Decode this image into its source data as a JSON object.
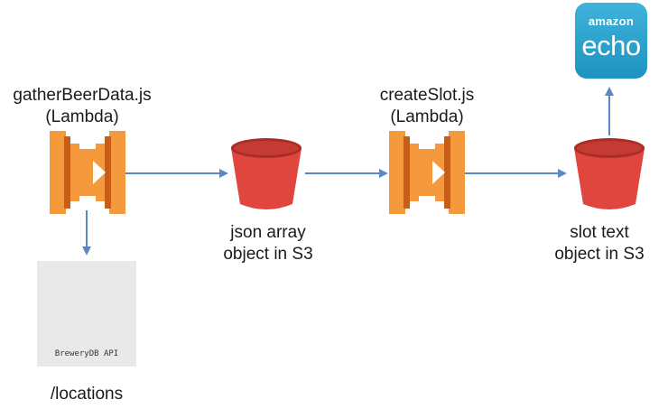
{
  "nodes": {
    "gather": {
      "name": "gatherBeerData.js",
      "runtime": "(Lambda)"
    },
    "create": {
      "name": "createSlot.js",
      "runtime": "(Lambda)"
    },
    "json_bucket": {
      "line1": "json array",
      "line2": "object in S3"
    },
    "slot_bucket": {
      "line1": "slot text",
      "line2": "object in S3"
    },
    "brewery": {
      "caption": "BreweryDB API",
      "endpoint": "/locations"
    },
    "echo": {
      "brand": "amazon",
      "product": "echo"
    }
  },
  "colors": {
    "arrow": "#5b88c4",
    "lambda_light": "#f59a3c",
    "lambda_dark": "#c85d17",
    "bucket": "#e0463d",
    "bucket_dark": "#a92c26",
    "echo_bg": "#2fa6cf"
  }
}
